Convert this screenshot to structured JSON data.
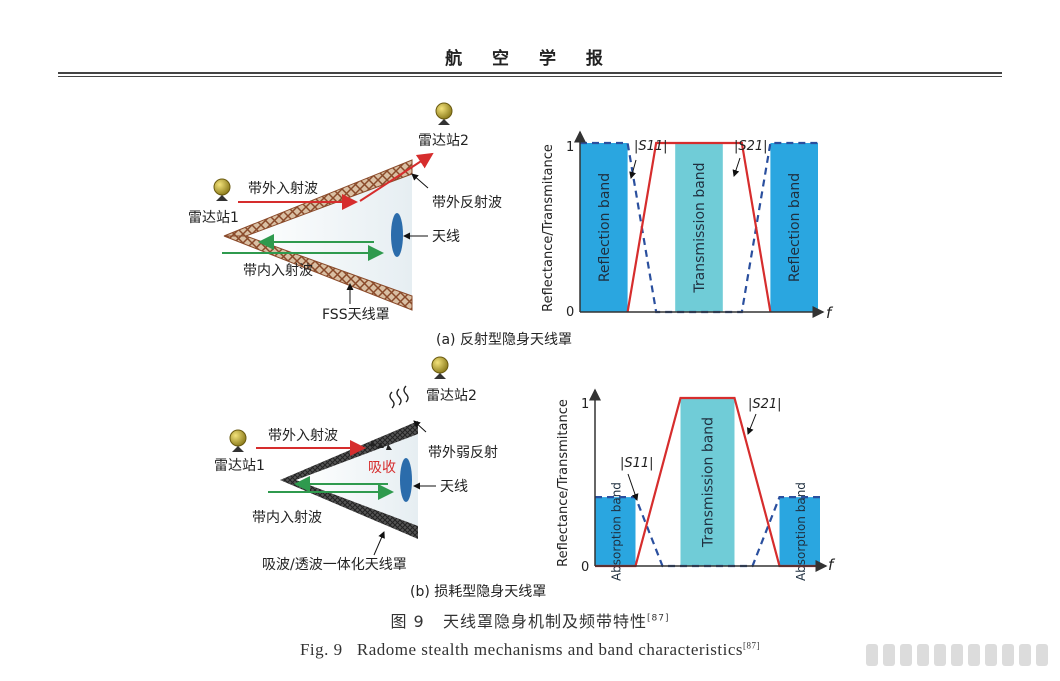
{
  "header": {
    "journal_title": "航 空 学 报"
  },
  "panel_a": {
    "radar1": "雷达站1",
    "radar2": "雷达站2",
    "out_band_incident": "带外入射波",
    "in_band_incident": "带内入射波",
    "out_band_reflect": "带外反射波",
    "antenna": "天线",
    "radome": "FSS天线罩",
    "subcaption": "(a) 反射型隐身天线罩"
  },
  "panel_b": {
    "radar1": "雷达站1",
    "radar2": "雷达站2",
    "out_band_incident": "带外入射波",
    "in_band_incident": "带内入射波",
    "weak_reflect": "带外弱反射",
    "absorb": "吸收",
    "antenna": "天线",
    "radome": "吸波/透波一体化天线罩",
    "subcaption": "(b) 损耗型隐身天线罩"
  },
  "chart_data": [
    {
      "type": "area",
      "ylabel": "Reflectance/Transmitance",
      "xlabel": "f",
      "yticks": [
        "0",
        "1"
      ],
      "bands": [
        {
          "label": "Reflection band",
          "from": 0.0,
          "to": 0.2,
          "level": 1.0
        },
        {
          "label": "Transmission band",
          "from": 0.4,
          "to": 0.6,
          "level": 1.0
        },
        {
          "label": "Reflection band",
          "from": 0.8,
          "to": 1.0,
          "level": 1.0
        }
      ],
      "curves": [
        {
          "name": "|S11|",
          "style": "dashed",
          "color": "#2a4f9e",
          "x": [
            0.0,
            0.2,
            0.32,
            0.4,
            0.6,
            0.68,
            0.8,
            1.0
          ],
          "y": [
            1,
            1,
            0,
            0,
            0,
            0,
            1,
            1
          ]
        },
        {
          "name": "|S21|",
          "style": "solid",
          "color": "#d62d2d",
          "x": [
            0.2,
            0.32,
            0.4,
            0.6,
            0.68,
            0.8
          ],
          "y": [
            0,
            1,
            1,
            1,
            1,
            0
          ]
        }
      ],
      "annotations": [
        "|S11|",
        "|S21|"
      ],
      "colors": {
        "reflection": "#2aa6e0",
        "transmission": "#70ccd7"
      }
    },
    {
      "type": "area",
      "ylabel": "Reflectance/Transmitance",
      "xlabel": "f",
      "yticks": [
        "0",
        "1"
      ],
      "bands": [
        {
          "label": "Absorption band",
          "from": 0.0,
          "to": 0.18,
          "level": 0.41
        },
        {
          "label": "Transmission band",
          "from": 0.38,
          "to": 0.62,
          "level": 1.0
        },
        {
          "label": "Absorption band",
          "from": 0.82,
          "to": 1.0,
          "level": 0.41
        }
      ],
      "curves": [
        {
          "name": "|S11|",
          "style": "dashed",
          "color": "#2a4f9e",
          "x": [
            0.0,
            0.18,
            0.3,
            0.38,
            0.62,
            0.7,
            0.82,
            1.0
          ],
          "y": [
            0.41,
            0.41,
            0,
            0,
            0,
            0,
            0.41,
            0.41
          ]
        },
        {
          "name": "|S21|",
          "style": "solid",
          "color": "#d62d2d",
          "x": [
            0.0,
            0.18,
            0.38,
            0.62,
            0.82,
            1.0
          ],
          "y": [
            0,
            0,
            1,
            1,
            0,
            0
          ]
        }
      ],
      "annotations": [
        "|S11|",
        "|S21|"
      ],
      "colors": {
        "absorption": "#2aa6e0",
        "transmission": "#70ccd7"
      }
    }
  ],
  "caption": {
    "cn_label": "图 9",
    "cn_text": "天线罩隐身机制及频带特性",
    "en_label": "Fig. 9",
    "en_text": "Radome stealth mechanisms and band characteristics",
    "ref": "[87]"
  }
}
